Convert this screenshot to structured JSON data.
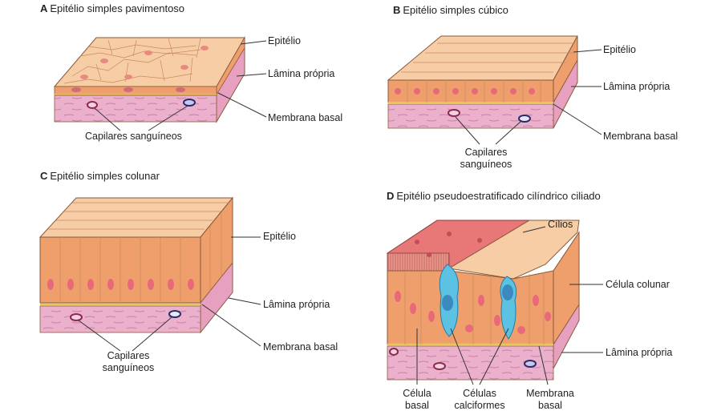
{
  "panels": {
    "a": {
      "letter": "A",
      "title": "Epitélio simples pavimentoso",
      "labels": {
        "epitelio": "Epitélio",
        "lamina": "Lâmina própria",
        "membrana": "Membrana basal",
        "capilares": "Capilares sanguíneos"
      }
    },
    "b": {
      "letter": "B",
      "title": "Epitélio simples cúbico",
      "labels": {
        "epitelio": "Epitélio",
        "lamina": "Lâmina própria",
        "membrana": "Membrana basal",
        "capilares_1": "Capilares",
        "capilares_2": "sanguíneos"
      }
    },
    "c": {
      "letter": "C",
      "title": "Epitélio simples colunar",
      "labels": {
        "epitelio": "Epitélio",
        "lamina": "Lâmina própria",
        "membrana": "Membrana basal",
        "capilares_1": "Capilares",
        "capilares_2": "sanguíneos"
      }
    },
    "d": {
      "letter": "D",
      "title": "Epitélio pseudoestratificado cilíndrico ciliado",
      "labels": {
        "cilios": "Cílios",
        "celula_colunar": "Célula colunar",
        "lamina": "Lâmina própria",
        "celula_basal_1": "Célula",
        "celula_basal_2": "basal",
        "caliciformes_1": "Células",
        "caliciformes_2": "calciformes",
        "membrana_1": "Membrana",
        "membrana_2": "basal"
      }
    }
  },
  "colors": {
    "epithelium_top": "#f6c9a0",
    "epithelium_side": "#ee9f6c",
    "epithelium_dark": "#d9784a",
    "lamina": "#e8a8c8",
    "lamina_dark": "#d58ab4",
    "basement": "#e6c75a",
    "nucleus": "#e86a7a",
    "goblet": "#5cc2e4",
    "line": "#333333"
  }
}
